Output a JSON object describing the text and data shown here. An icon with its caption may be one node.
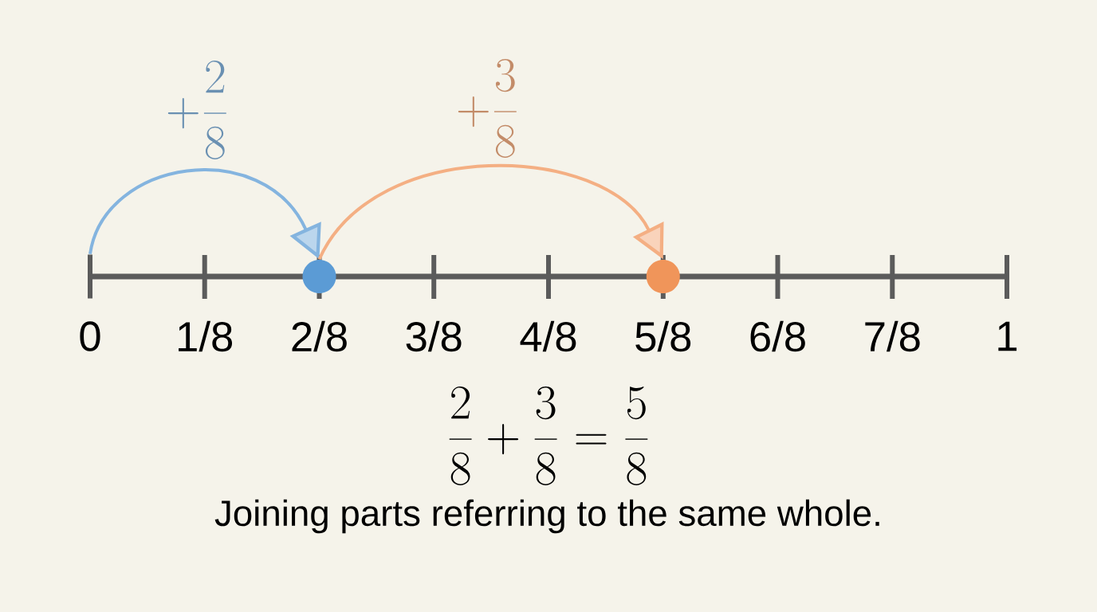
{
  "diagram": {
    "caption": "Joining parts referring to the same whole.",
    "nodes": [
      {
        "text": [],
        "shape": "bar"
      },
      {
        "text": [],
        "shape": "circle"
      },
      {
        "text": [],
        "shape": "circle"
      }
    ],
    "edges": [
      {
        "from": 0,
        "to": 1,
        "arrow": "to",
        "label": "+\\frac{2}{8}",
        "color": "#84b4df"
      },
      {
        "from": 1,
        "to": 2,
        "arrow": "to",
        "label": "+\\frac{3}{8}",
        "color": "#f4af83"
      }
    ],
    "labels": [
      "0",
      "1/8",
      "2/8",
      "3/8",
      "4/8",
      "5/8",
      "6/8",
      "7/8",
      "1",
      "\\frac{2}{8}+\\frac{3}{8}=\\frac{5}{8}"
    ]
  }
}
